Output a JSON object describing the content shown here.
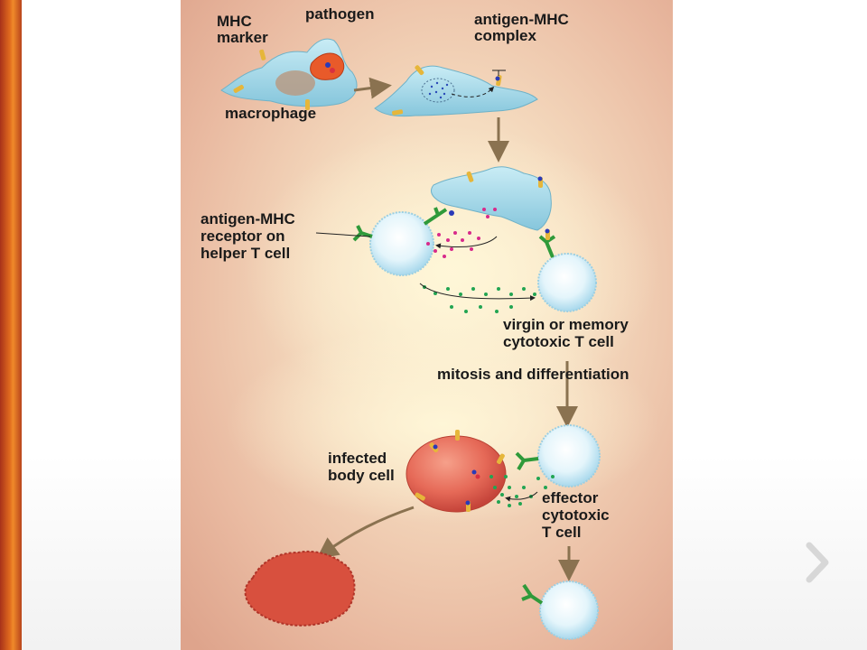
{
  "labels": {
    "mhc_marker_1": "MHC",
    "mhc_marker_2": "marker",
    "pathogen": "pathogen",
    "antigen_mhc_complex_1": "antigen-MHC",
    "antigen_mhc_complex_2": "complex",
    "macrophage": "macrophage",
    "receptor_1": "antigen-MHC",
    "receptor_2": "receptor on",
    "receptor_3": "helper T cell",
    "virgin_1": "virgin or memory",
    "virgin_2": "cytotoxic T cell",
    "mitosis": "mitosis and differentiation",
    "infected_1": "infected",
    "infected_2": "body cell",
    "effector_1": "effector",
    "effector_2": "cytotoxic",
    "effector_3": "T cell"
  },
  "nav": {
    "next_icon": "chevron-right-icon"
  },
  "colors": {
    "accent_strip": "#e06a1e",
    "macrophage": "#9fd3e6",
    "t_cell": "#dff2fa",
    "infected_cell": "#e86a5a",
    "receptor": "#2f9a3a",
    "arrow": "#8a7250"
  }
}
